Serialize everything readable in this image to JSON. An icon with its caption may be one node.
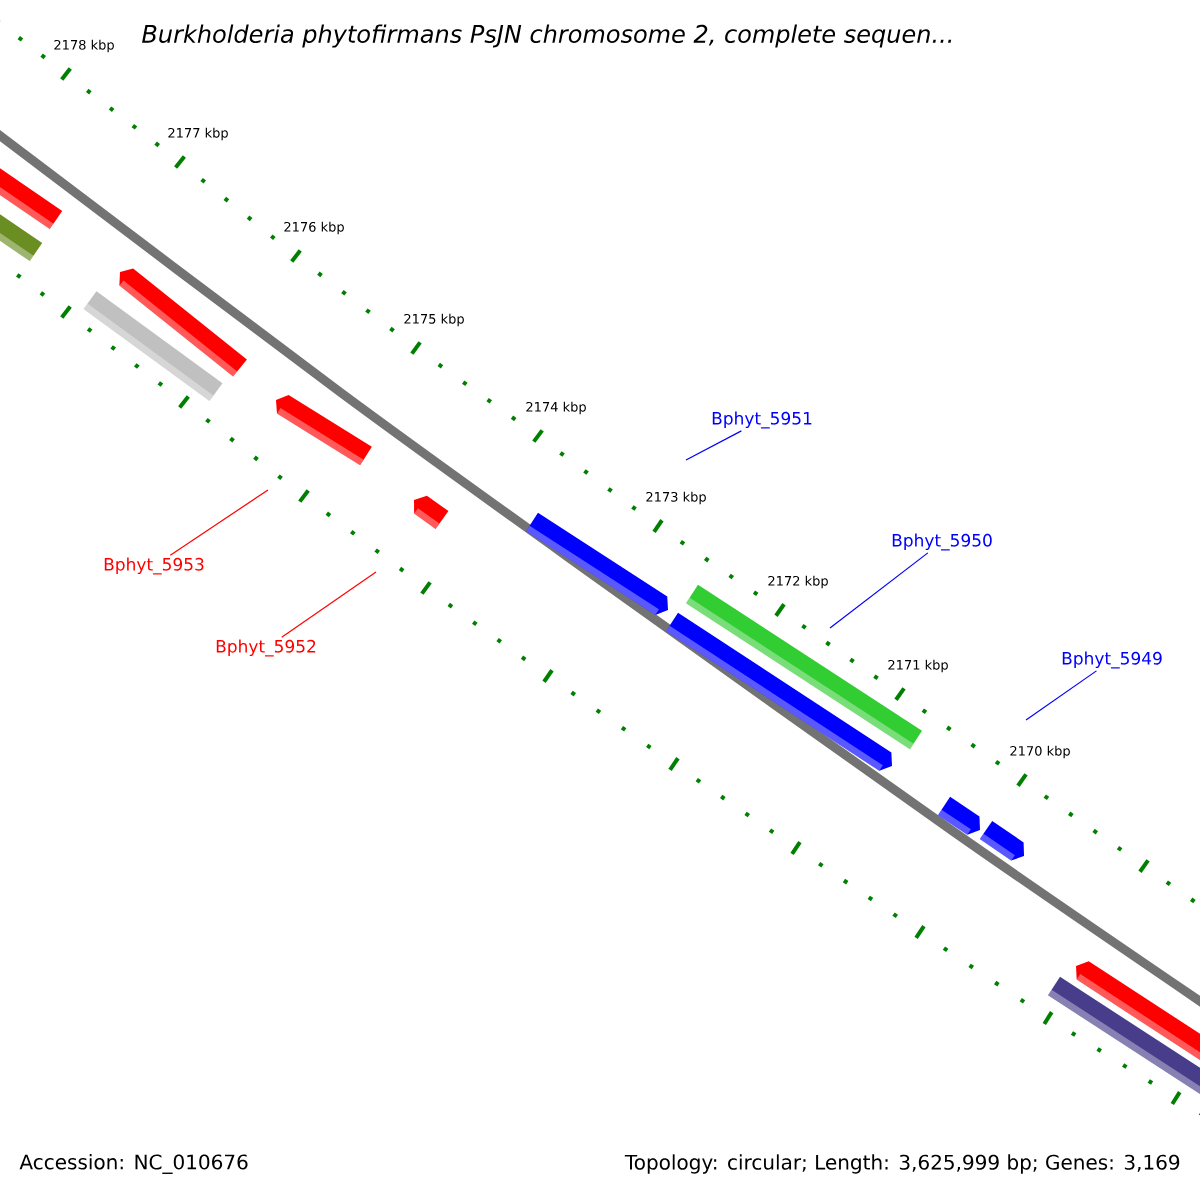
{
  "diagram": {
    "title": "Burkholderia phytofirmans PsJN chromosome 2, complete sequen...",
    "nodes": [
      {
        "text": [
          "Bphyt_5953"
        ]
      },
      {
        "text": [
          "Bphyt_5952"
        ]
      },
      {
        "text": [
          "Bphyt_5951"
        ]
      },
      {
        "text": [
          "Bphyt_5950"
        ]
      },
      {
        "text": [
          "Bphyt_5949"
        ]
      }
    ],
    "edges": [
      {
        "from": 0,
        "to": null,
        "arrow": "none",
        "color": "#ff0000"
      },
      {
        "from": 1,
        "to": null,
        "arrow": "none",
        "color": "#ff0000"
      },
      {
        "from": 2,
        "to": null,
        "arrow": "none"
      },
      {
        "from": 3,
        "to": null,
        "arrow": "none"
      },
      {
        "from": 4,
        "to": null,
        "arrow": "none"
      }
    ],
    "labels": [
      "2178 kbp",
      "2177 kbp",
      "2176 kbp",
      "2175 kbp",
      "2174 kbp",
      "2173 kbp",
      "2172 kbp",
      "2171 kbp",
      "2170 kbp",
      "Accession: NC_010676",
      "Topology: circular; Length: 3,625,999 bp; Genes: 3,169"
    ]
  }
}
